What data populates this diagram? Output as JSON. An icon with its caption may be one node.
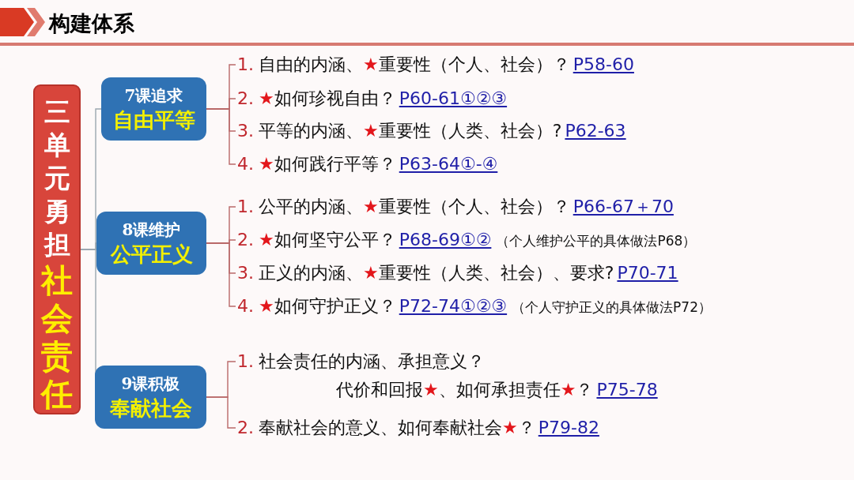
{
  "diagram": {
    "title": "构建体系",
    "nodes": [
      {
        "text": [
          "三单元勇担",
          "社会责任"
        ]
      },
      {
        "text": [
          "7课追求",
          "自由平等"
        ]
      },
      {
        "text": [
          "8课维护",
          "公平正义"
        ]
      },
      {
        "text": [
          "9课积极",
          "奉献社会"
        ]
      },
      {
        "text": [
          "1.",
          "自由的内涵、★重要性（个人、社会）？",
          "P58-60"
        ]
      },
      {
        "text": [
          "2.",
          "★如何珍视自由？",
          "P60-61①②③"
        ]
      },
      {
        "text": [
          "3.",
          "平等的内涵、★重要性（人类、社会）?",
          "P62-63"
        ]
      },
      {
        "text": [
          "4.",
          "★如何践行平等？",
          "P63-64①-④"
        ]
      },
      {
        "text": [
          "1.",
          "公平的内涵、★重要性（个人、社会）？",
          "P66-67＋70"
        ]
      },
      {
        "text": [
          "2.",
          "★如何坚守公平？",
          "P68-69①②",
          "（个人维护公平的具体做法P68）"
        ]
      },
      {
        "text": [
          "3.",
          "正义的内涵、★重要性（人类、社会）、要求?",
          "P70-71"
        ]
      },
      {
        "text": [
          "4.",
          "★如何守护正义？",
          "P72-74①②③",
          "（个人守护正义的具体做法P72）"
        ]
      },
      {
        "text": [
          "1.",
          "社会责任的内涵、承担意义？",
          "代价和回报★、如何承担责任★？",
          "P75-78"
        ]
      },
      {
        "text": [
          "2.",
          "奉献社会的意义、如何奉献社会★？",
          "P79-82"
        ]
      }
    ],
    "edges": [
      {
        "from": 0,
        "to": 1,
        "arrow": "none"
      },
      {
        "from": 0,
        "to": 2,
        "arrow": "none"
      },
      {
        "from": 0,
        "to": 3,
        "arrow": "none"
      },
      {
        "from": 1,
        "to": 4,
        "arrow": "none"
      },
      {
        "from": 1,
        "to": 5,
        "arrow": "none"
      },
      {
        "from": 1,
        "to": 6,
        "arrow": "none"
      },
      {
        "from": 1,
        "to": 7,
        "arrow": "none"
      },
      {
        "from": 2,
        "to": 8,
        "arrow": "none"
      },
      {
        "from": 2,
        "to": 9,
        "arrow": "none"
      },
      {
        "from": 2,
        "to": 10,
        "arrow": "none"
      },
      {
        "from": 2,
        "to": 11,
        "arrow": "none"
      },
      {
        "from": 3,
        "to": 12,
        "arrow": "none"
      },
      {
        "from": 3,
        "to": 13,
        "arrow": "none"
      }
    ]
  }
}
